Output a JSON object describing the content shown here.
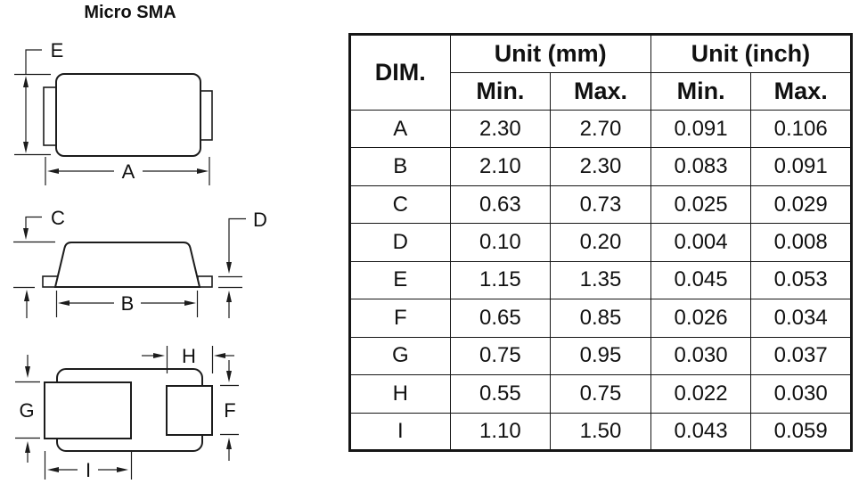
{
  "title": "Micro SMA",
  "drawing": {
    "labels": {
      "A": "A",
      "B": "B",
      "C": "C",
      "D": "D",
      "E": "E",
      "F": "F",
      "G": "G",
      "H": "H",
      "I": "I"
    }
  },
  "table": {
    "headers": {
      "dim": "DIM.",
      "unit_mm": "Unit (mm)",
      "unit_inch": "Unit (inch)",
      "mm_min": "Min.",
      "mm_max": "Max.",
      "inch_min": "Min.",
      "inch_max": "Max."
    },
    "rows": [
      {
        "dim": "A",
        "mm_min": "2.30",
        "mm_max": "2.70",
        "inch_min": "0.091",
        "inch_max": "0.106"
      },
      {
        "dim": "B",
        "mm_min": "2.10",
        "mm_max": "2.30",
        "inch_min": "0.083",
        "inch_max": "0.091"
      },
      {
        "dim": "C",
        "mm_min": "0.63",
        "mm_max": "0.73",
        "inch_min": "0.025",
        "inch_max": "0.029"
      },
      {
        "dim": "D",
        "mm_min": "0.10",
        "mm_max": "0.20",
        "inch_min": "0.004",
        "inch_max": "0.008"
      },
      {
        "dim": "E",
        "mm_min": "1.15",
        "mm_max": "1.35",
        "inch_min": "0.045",
        "inch_max": "0.053"
      },
      {
        "dim": "F",
        "mm_min": "0.65",
        "mm_max": "0.85",
        "inch_min": "0.026",
        "inch_max": "0.034"
      },
      {
        "dim": "G",
        "mm_min": "0.75",
        "mm_max": "0.95",
        "inch_min": "0.030",
        "inch_max": "0.037"
      },
      {
        "dim": "H",
        "mm_min": "0.55",
        "mm_max": "0.75",
        "inch_min": "0.022",
        "inch_max": "0.030"
      },
      {
        "dim": "I",
        "mm_min": "1.10",
        "mm_max": "1.50",
        "inch_min": "0.043",
        "inch_max": "0.059"
      }
    ]
  }
}
